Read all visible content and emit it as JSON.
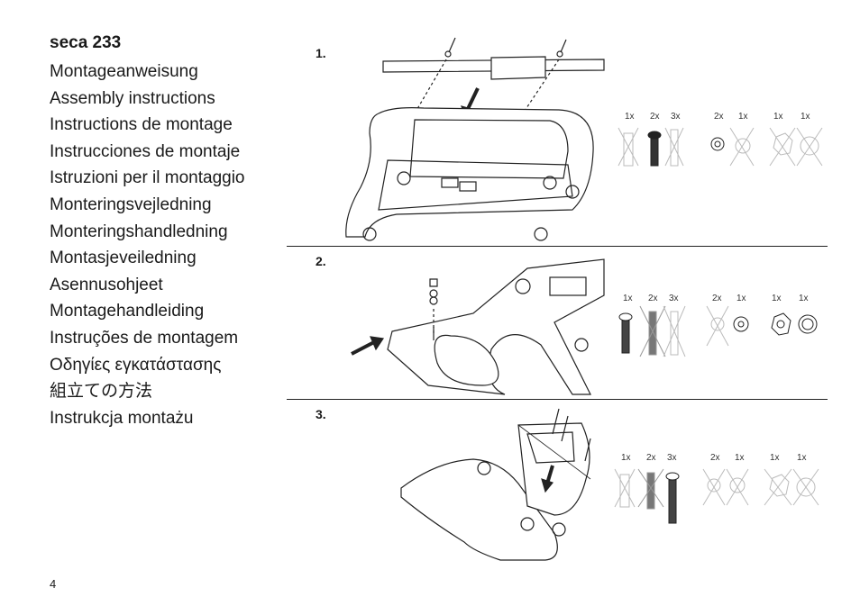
{
  "title": "seca 233",
  "languages": [
    "Montageanweisung",
    "Assembly instructions",
    "Instructions de montage",
    "Instrucciones de montaje",
    "Istruzioni per il montaggio",
    "Monteringsvejledning",
    "Monteringshandledning",
    "Montasjeveiledning",
    "Asennusohjeet",
    "Montagehandleiding",
    "Instruções de montagem",
    "Οδηγίες εγκατάστασης",
    "組立ての方法",
    "Instrukcja montażu"
  ],
  "steps": [
    {
      "label": "1.",
      "quantities": [
        "1x",
        "2x",
        "3x",
        "2x",
        "1x",
        "1x",
        "1x"
      ]
    },
    {
      "label": "2.",
      "quantities": [
        "1x",
        "2x",
        "3x",
        "2x",
        "1x",
        "1x",
        "1x"
      ]
    },
    {
      "label": "3.",
      "quantities": [
        "1x",
        "2x",
        "3x",
        "2x",
        "1x",
        "1x",
        "1x"
      ]
    }
  ],
  "page_number": "4"
}
